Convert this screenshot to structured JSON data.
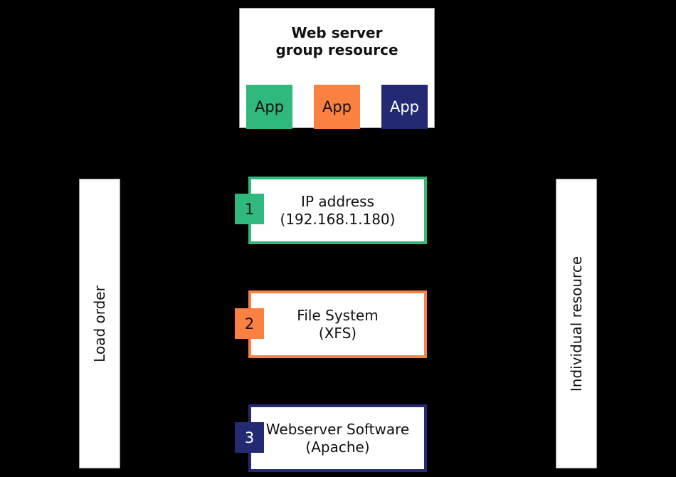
{
  "diagram": {
    "background_color": "#000000",
    "group_panel": {
      "title": "Web server\ngroup resource",
      "apps": [
        {
          "label": "App",
          "color": "#2FB97C",
          "text_color": "#111111"
        },
        {
          "label": "App",
          "color": "#FB8143",
          "text_color": "#111111"
        },
        {
          "label": "App",
          "color": "#232A73",
          "text_color": "#ffffff"
        }
      ]
    },
    "resources": [
      {
        "number": "1",
        "title": "IP address\n(192.168.1.180)",
        "color": "#2FB97C",
        "badge_text_color": "#111111"
      },
      {
        "number": "2",
        "title": "File System\n(XFS)",
        "color": "#FB8143",
        "badge_text_color": "#111111"
      },
      {
        "number": "3",
        "title": "Webserver Software\n(Apache)",
        "color": "#232A73",
        "badge_text_color": "#ffffff"
      }
    ],
    "left_bar": {
      "label": "Load order"
    },
    "right_bar": {
      "label": "Individual resource"
    }
  }
}
